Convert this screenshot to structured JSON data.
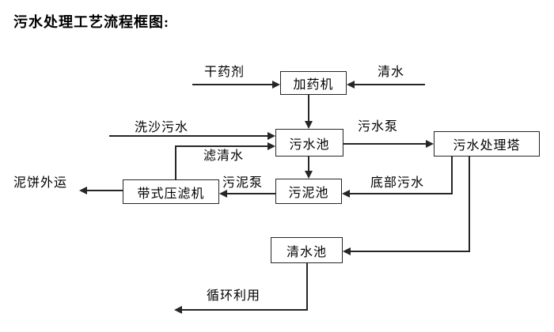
{
  "title": "污水处理工艺流程框图:",
  "nodes": {
    "dosing_machine": "加药机",
    "sewage_pool": "污水池",
    "treatment_tower": "污水处理塔",
    "sludge_pool": "污泥池",
    "belt_filter_press": "带式压滤机",
    "clear_water_pool": "清水池"
  },
  "flow_labels": {
    "dry_chemical": "干药剂",
    "clear_water": "清水",
    "sand_washing_sewage": "洗沙污水",
    "sewage_pump": "污水泵",
    "filtered_water": "滤清水",
    "sludge_pump": "污泥泵",
    "bottom_sewage": "底部污水",
    "mud_cake_out": "泥饼外运",
    "recycle_use": "循环利用"
  },
  "edges": [
    {
      "from": "干药剂",
      "to": "加药机",
      "label": "干药剂"
    },
    {
      "from": "清水",
      "to": "加药机",
      "label": "清水"
    },
    {
      "from": "加药机",
      "to": "污水池",
      "label": ""
    },
    {
      "from": "洗沙污水",
      "to": "污水池",
      "label": "洗沙污水"
    },
    {
      "from": "带式压滤机",
      "to": "污水池",
      "label": "滤清水"
    },
    {
      "from": "污水池",
      "to": "污水处理塔",
      "label": "污水泵"
    },
    {
      "from": "污水池",
      "to": "污泥池",
      "label": ""
    },
    {
      "from": "污水处理塔",
      "to": "污泥池",
      "label": "底部污水"
    },
    {
      "from": "污泥池",
      "to": "带式压滤机",
      "label": "污泥泵"
    },
    {
      "from": "带式压滤机",
      "to": "泥饼外运",
      "label": "泥饼外运"
    },
    {
      "from": "污水处理塔",
      "to": "清水池",
      "label": ""
    },
    {
      "from": "清水池",
      "to": "循环利用",
      "label": "循环利用"
    }
  ],
  "colors": {
    "line": "#262626",
    "background": "#ffffff",
    "text": "#000000"
  }
}
